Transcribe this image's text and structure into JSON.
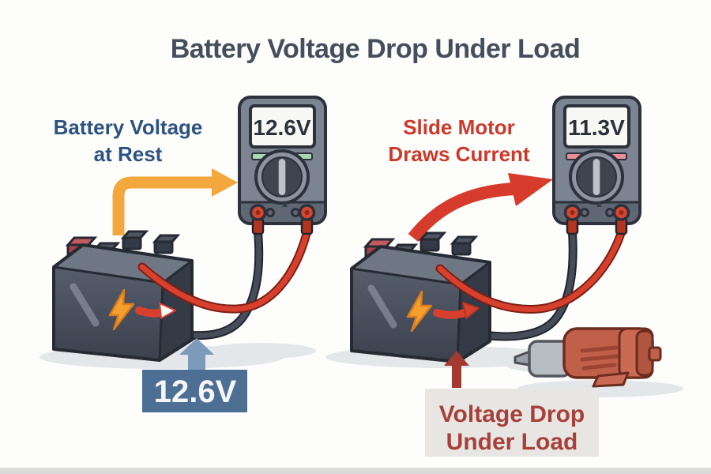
{
  "title": "Battery Voltage Drop Under Load",
  "rest_scene": {
    "annotation_line1": "Battery Voltage",
    "annotation_line2": "at Rest",
    "meter_reading": "12.6V",
    "voltage_badge": "12.6V"
  },
  "load_scene": {
    "annotation_line1": "Slide Motor",
    "annotation_line2": "Draws Current",
    "meter_reading": "11.3V",
    "badge_line1": "Voltage Drop",
    "badge_line2": "Under Load"
  },
  "colors": {
    "title_text": "#454e5c",
    "rest_label_text": "#2e5381",
    "load_label_text": "#cc392b",
    "rest_arrow": "#f2a83c",
    "load_arrow": "#d63b2b",
    "voltage_badge_bg": "#4d6f94",
    "voltage_badge_text": "#f4f6f8",
    "voltage_badge_arrow": "#7d9ab9",
    "load_badge_bg": "#e7e6e3",
    "load_badge_text": "#a8403a",
    "load_badge_arrow": "#a23a32",
    "meter_body": "#7c8391",
    "meter_screen": "#f7f7f4",
    "meter_reading_text": "#2b3039",
    "rest_meter_buttons": "#a9d9b2",
    "load_meter_buttons": "#ee8d95",
    "battery_top": "#6f7785",
    "battery_side": "#343a46",
    "bolt": "#f5a02c",
    "positive_cable": "#d8402e",
    "negative_cable": "#464c58",
    "motor_body": "#c0604a"
  }
}
